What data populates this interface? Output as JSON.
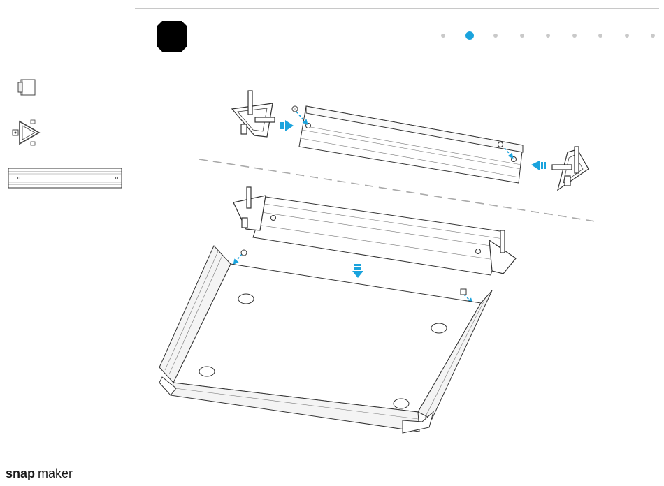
{
  "step": {
    "number": ""
  },
  "progress": {
    "total": 9,
    "current": 2,
    "active_color": "#1aa3dd",
    "inactive_color": "#c9c9c9"
  },
  "parts_list": [
    {
      "name": "corner-connector-cap",
      "icon": "connector-cap-icon"
    },
    {
      "name": "triangle-corner-bracket",
      "icon": "triangle-bracket-icon"
    },
    {
      "name": "aluminum-profile-rail",
      "icon": "profile-rail-icon"
    }
  ],
  "brand": {
    "text": "snapmaker",
    "bold_part": "snap",
    "light_part": "maker"
  },
  "colors": {
    "accent": "#1aa3dd",
    "line": "#333333",
    "frame": "#c8c8c8"
  }
}
